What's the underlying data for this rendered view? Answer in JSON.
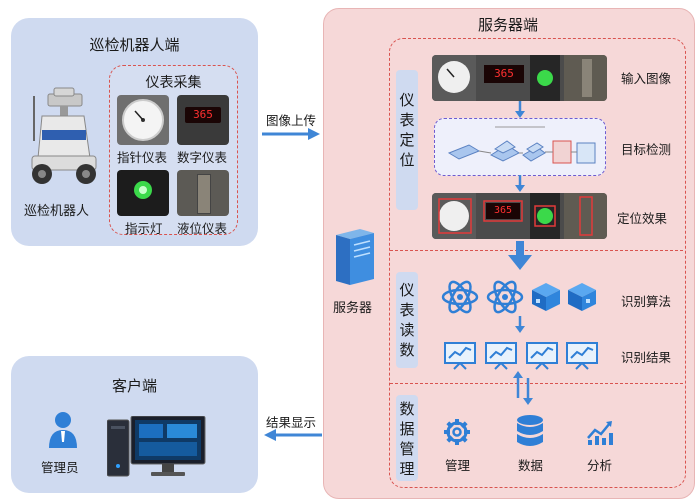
{
  "robot_panel": {
    "title": "巡检机器人端",
    "robot_label": "巡检机器人",
    "collect_title": "仪表采集",
    "meters": [
      {
        "label": "指针仪表"
      },
      {
        "label": "数字仪表",
        "display": "365"
      },
      {
        "label": "指示灯"
      },
      {
        "label": "液位仪表"
      }
    ]
  },
  "upload_arrow": {
    "label": "图像上传"
  },
  "server_panel": {
    "title": "服务器端",
    "server_label": "服务器",
    "locate_section": "仪表定位",
    "read_section": "仪表读数",
    "data_section": "数据管理",
    "steps": {
      "input": "输入图像",
      "detect": "目标检测",
      "effect": "定位效果",
      "algo": "识别算法",
      "result": "识别结果"
    },
    "digital_reading": "365",
    "data_items": [
      {
        "label": "管理"
      },
      {
        "label": "数据"
      },
      {
        "label": "分析"
      }
    ]
  },
  "result_arrow": {
    "label": "结果显示"
  },
  "client_panel": {
    "title": "客户端",
    "admin_label": "管理员"
  },
  "colors": {
    "panel_blue": "#cfdaf0",
    "panel_pink": "#f6d8d8",
    "dash_red": "#d9534f",
    "arrow_blue": "#3f86d6",
    "icon_blue": "#2f7fd6"
  }
}
